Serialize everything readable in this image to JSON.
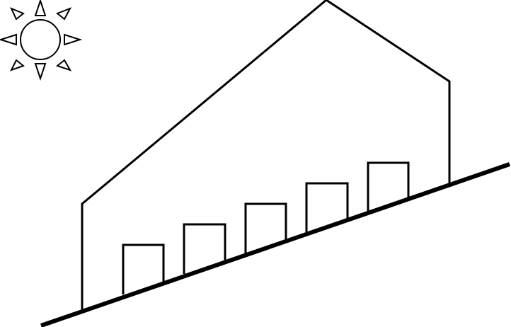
{
  "scene": {
    "background": "#ffffff",
    "stroke_color": "#000000",
    "elements": [
      "sun",
      "building",
      "slope",
      "windows"
    ],
    "sun_icon": "sun-icon",
    "window_count": 5
  }
}
